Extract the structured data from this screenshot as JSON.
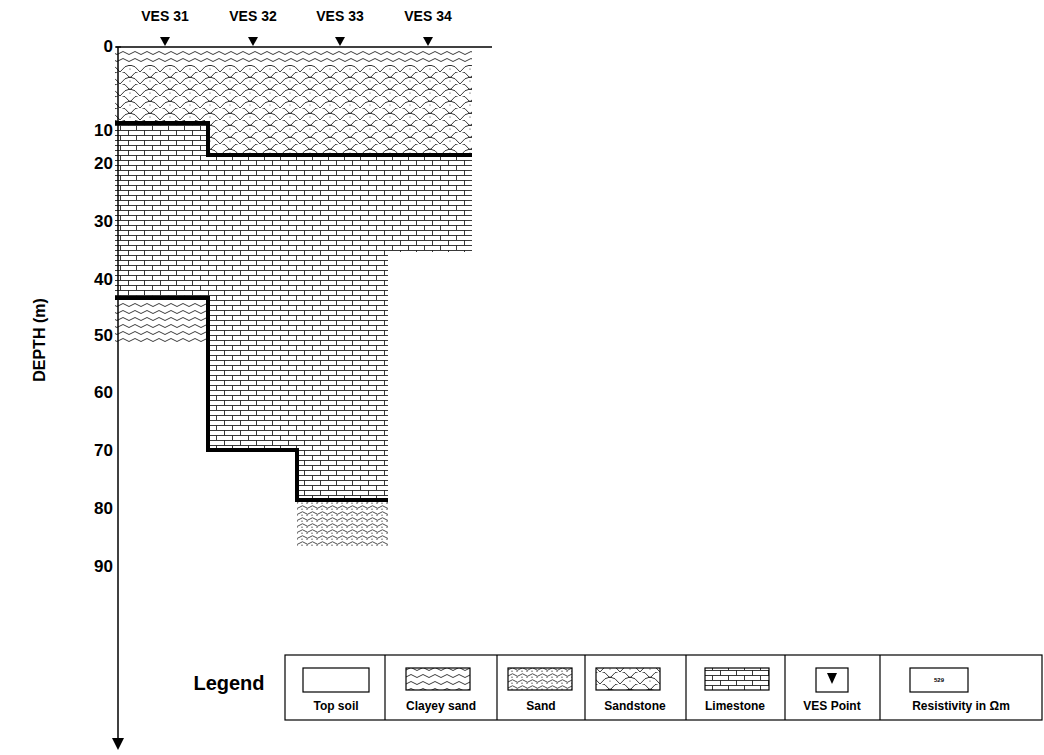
{
  "diagram": {
    "labels": [
      "VES 31",
      "VES 32",
      "VES 33",
      "VES 34",
      "0",
      "10",
      "20",
      "30",
      "40",
      "50",
      "60",
      "70",
      "80",
      "90",
      "DEPTH (m)",
      "Legend",
      "529"
    ],
    "legend": [
      {
        "text": "Top soil"
      },
      {
        "text": "Clayey sand"
      },
      {
        "text": "Sand"
      },
      {
        "text": "Sandstone"
      },
      {
        "text": "Limestone"
      },
      {
        "text": "VES Point"
      },
      {
        "text": "Resistivity in Ωm"
      }
    ]
  }
}
